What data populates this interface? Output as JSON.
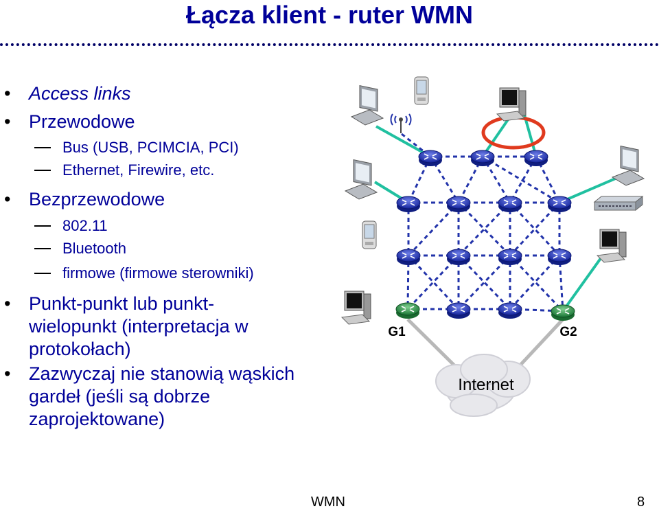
{
  "title": "Łącza klient - ruter WMN",
  "bullets": {
    "b1": "Access links",
    "b2": "Przewodowe",
    "b2_subs": [
      "Bus (USB, PCIMCIA, PCI)",
      "Ethernet, Firewire, etc."
    ],
    "b3": "Bezprzewodowe",
    "b3_subs": [
      "802.11",
      "Bluetooth",
      "firmowe (firmowe sterowniki)"
    ],
    "b4": [
      "Punkt-punkt lub punkt-",
      "wielopunkt (interpretacja w",
      "protokołach)"
    ],
    "b5": [
      "Zazwyczaj nie stanowią wąskich",
      "gardeł (jeśli są dobrze",
      "zaprojektowane)"
    ]
  },
  "diagram": {
    "gateway_labels": [
      "G1",
      "G2"
    ],
    "cloud_label": "Internet",
    "colors": {
      "router": "#1f2fb0",
      "gateway": "#2f8f4a",
      "wireless_link": "#2233aa",
      "wired_link": "#20c0a0",
      "highlight": "#e03a1e"
    }
  },
  "footer": {
    "center": "WMN",
    "page": "8"
  }
}
